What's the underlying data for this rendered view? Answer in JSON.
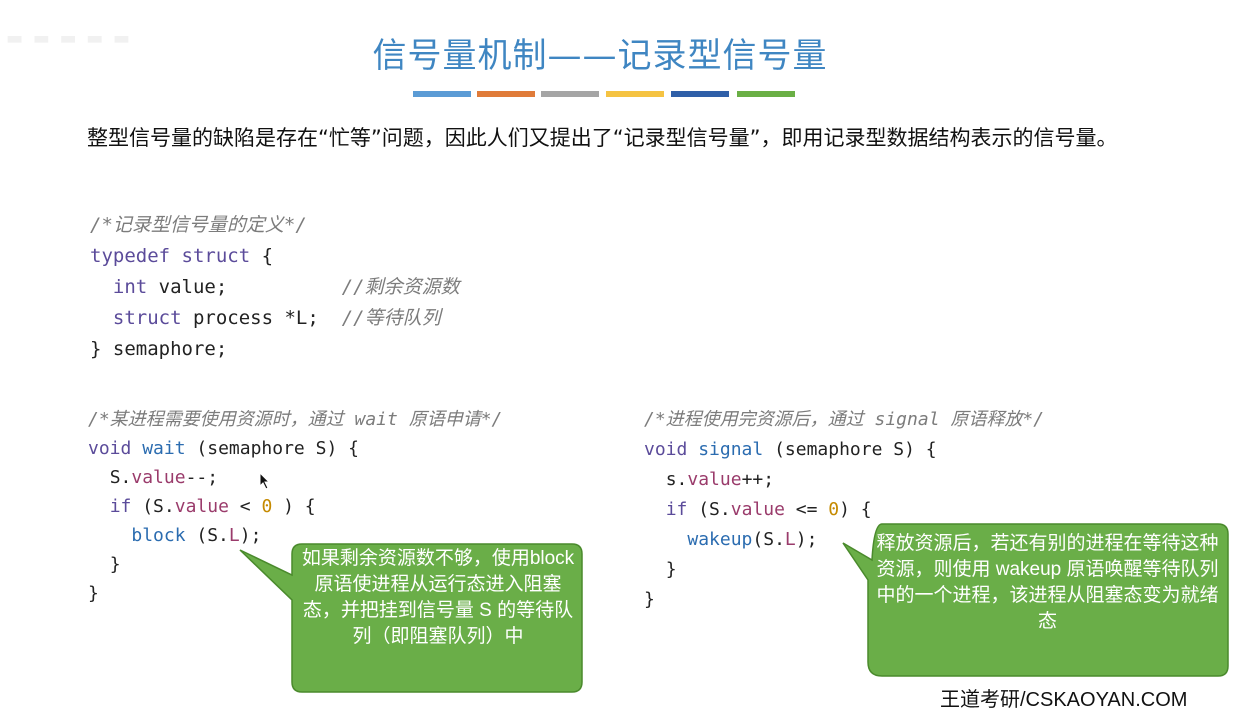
{
  "header": {
    "title": "信号量机制——记录型信号量",
    "color_bars": [
      "#5b9bd5",
      "#e07b39",
      "#a5a5a5",
      "#f5c342",
      "#2f5fa8",
      "#6aaf45"
    ]
  },
  "intro_text": "整型信号量的缺陷是存在“忙等”问题，因此人们又提出了“记录型信号量”，即用记录型数据结构表示的信号量。",
  "code_definition": {
    "comment": "/*记录型信号量的定义*/",
    "typedef_kw": "typedef",
    "struct_kw": "struct",
    "open_brace": " {",
    "int_kw": "int",
    "value_field": " value;",
    "value_comment": "//剩余资源数",
    "struct_kw2": "struct",
    "process_field": " process *L;",
    "queue_comment": "//等待队列",
    "closing": "} semaphore;"
  },
  "code_wait": {
    "comment": "/*某进程需要使用资源时，通过 wait 原语申请*/",
    "void_kw": "void",
    "func_name": "wait",
    "params": " (semaphore S) {",
    "s_prefix": "S.",
    "value_member": "value",
    "decrement": "--;",
    "if_kw": "if",
    "cond_open": " (S.",
    "cond_member": "value",
    "cond_op": " < ",
    "cond_num": "0",
    "cond_close": " ) {",
    "block_call": "block",
    "block_args_open": " (S.",
    "block_member": "L",
    "block_args_close": ");",
    "inner_close": "}",
    "outer_close": "}"
  },
  "code_signal": {
    "comment": "/*进程使用完资源后，通过 signal 原语释放*/",
    "void_kw": "void",
    "func_name": "signal",
    "params": " (semaphore S) {",
    "s_prefix": "s.",
    "value_member": "value",
    "increment": "++;",
    "if_kw": "if",
    "cond_open": " (S.",
    "cond_member": "value",
    "cond_op": " <= ",
    "cond_num": "0",
    "cond_close": ") {",
    "wakeup_call": "wakeup",
    "wakeup_args_open": "(S.",
    "wakeup_member": "L",
    "wakeup_args_close": ");",
    "inner_close": "}",
    "outer_close": "}"
  },
  "callouts": {
    "block_note": "如果剩余资源数不够，使用block原语使进程从运行态进入阻塞态，并把挂到信号量 S 的等待队列（即阻塞队列）中",
    "wakeup_note": "释放资源后，若还有别的进程在等待这种资源，则使用 wakeup 原语唤醒等待队列中的一个进程，该进程从阻塞态变为就绪态",
    "fill_color": "#6aae48",
    "border_color": "#4a8a2c"
  },
  "footer": {
    "brand": "王道考研/CSKAOYAN.COM"
  }
}
